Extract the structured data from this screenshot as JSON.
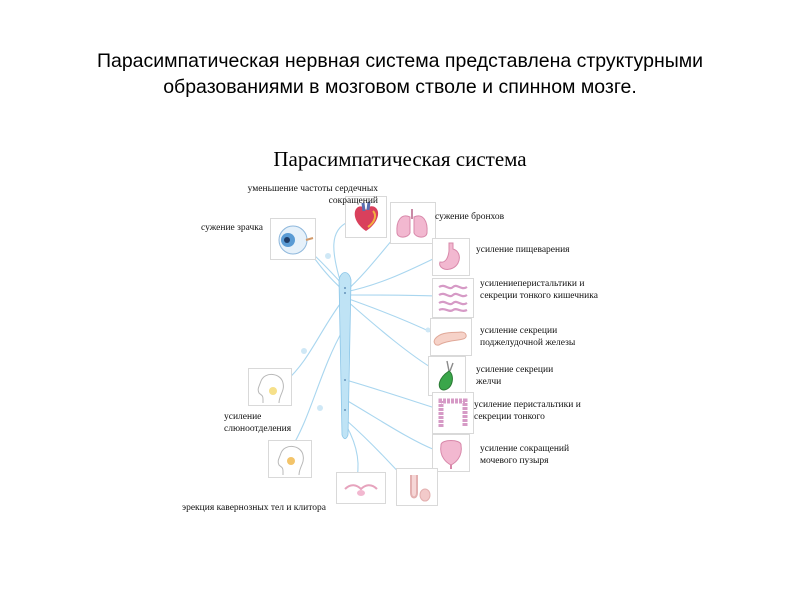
{
  "slide": {
    "title_line1": "Парасимпатическая нервная система представлена структурными",
    "title_line2": "образованиями в мозговом стволе и спинном мозге."
  },
  "diagram": {
    "title": "Парасимпатическая система",
    "labels": {
      "heart_line1": "уменьшение частоты сердечных",
      "heart_line2": "сокращений",
      "pupil": "сужение зрачка",
      "bronchi": "сужение бронхов",
      "digestion": "усиление пищеварения",
      "intestine_line1": "усилениеперистальтики и",
      "intestine_line2": "секреции тонкого кишечника",
      "pancreas_line1": "усиление секреции",
      "pancreas_line2": "поджелудочной железы",
      "bile_line1": "усиление секреции",
      "bile_line2": "желчи",
      "colon_line1": "усиление перистальтики и",
      "colon_line2": "секреции тонкого",
      "saliva_line1": "усиление",
      "saliva_line2": "слюноотделения",
      "bladder_line1": "усиление сокращений",
      "bladder_line2": "мочевого пузыря",
      "erection": "эрекция кавернозных тел и клитора"
    },
    "colors": {
      "nerve": "#a9d6ef",
      "spinal_cord": "#bfe3f5",
      "organ_pink": "#f2b8d0",
      "heart_red": "#d9405c",
      "eye_blue": "#5a9bd4",
      "gallbladder_green": "#3aa64a"
    }
  }
}
